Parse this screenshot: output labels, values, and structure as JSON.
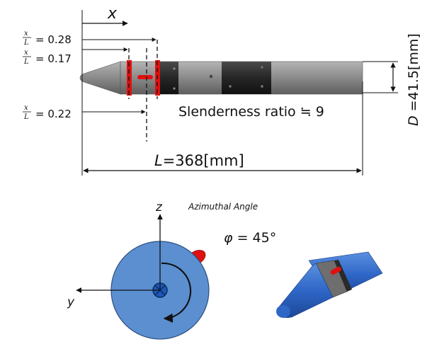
{
  "top": {
    "x_axis_label": "x",
    "frac_x": "x",
    "frac_L": "L",
    "station_1_value": "= 0.28",
    "station_2_value": "= 0.17",
    "station_3_value": "= 0.22",
    "slenderness": "Slenderness ratio ≒ 9",
    "length_var": "L",
    "length_value": "=368[mm]",
    "diameter_var": "D",
    "diameter_value": " =41.5[mm]"
  },
  "bottom": {
    "azimuthal_title": "Azimuthal Angle",
    "z_label": "z",
    "y_label": "y",
    "phi_symbol": "φ",
    "phi_value": " = 45°"
  },
  "colors": {
    "body_gray": "#8d8d8d",
    "band_black": "#2a2a2a",
    "red": "#e01010",
    "disk_blue": "#5b8fd0",
    "projectile_blue": "#2f67c7"
  }
}
